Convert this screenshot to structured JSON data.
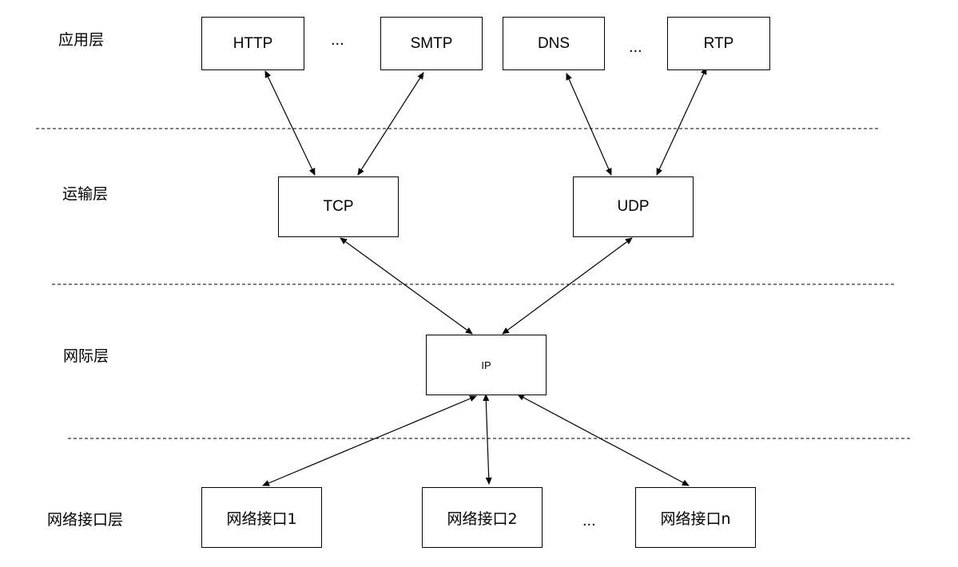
{
  "layers": {
    "application": "应用层",
    "transport": "运输层",
    "internet": "网际层",
    "network_interface": "网络接口层"
  },
  "application_protocols": {
    "http": "HTTP",
    "smtp": "SMTP",
    "dns": "DNS",
    "rtp": "RTP",
    "ellipsis_1": "...",
    "ellipsis_2": "..."
  },
  "transport_protocols": {
    "tcp": "TCP",
    "udp": "UDP"
  },
  "internet_protocols": {
    "ip": "IP"
  },
  "network_interfaces": {
    "if1": "网络接口1",
    "if2": "网络接口2",
    "ifn": "网络接口n",
    "ellipsis": "..."
  },
  "colors": {
    "line": "#000000",
    "box_border": "#000000",
    "background": "#ffffff"
  }
}
